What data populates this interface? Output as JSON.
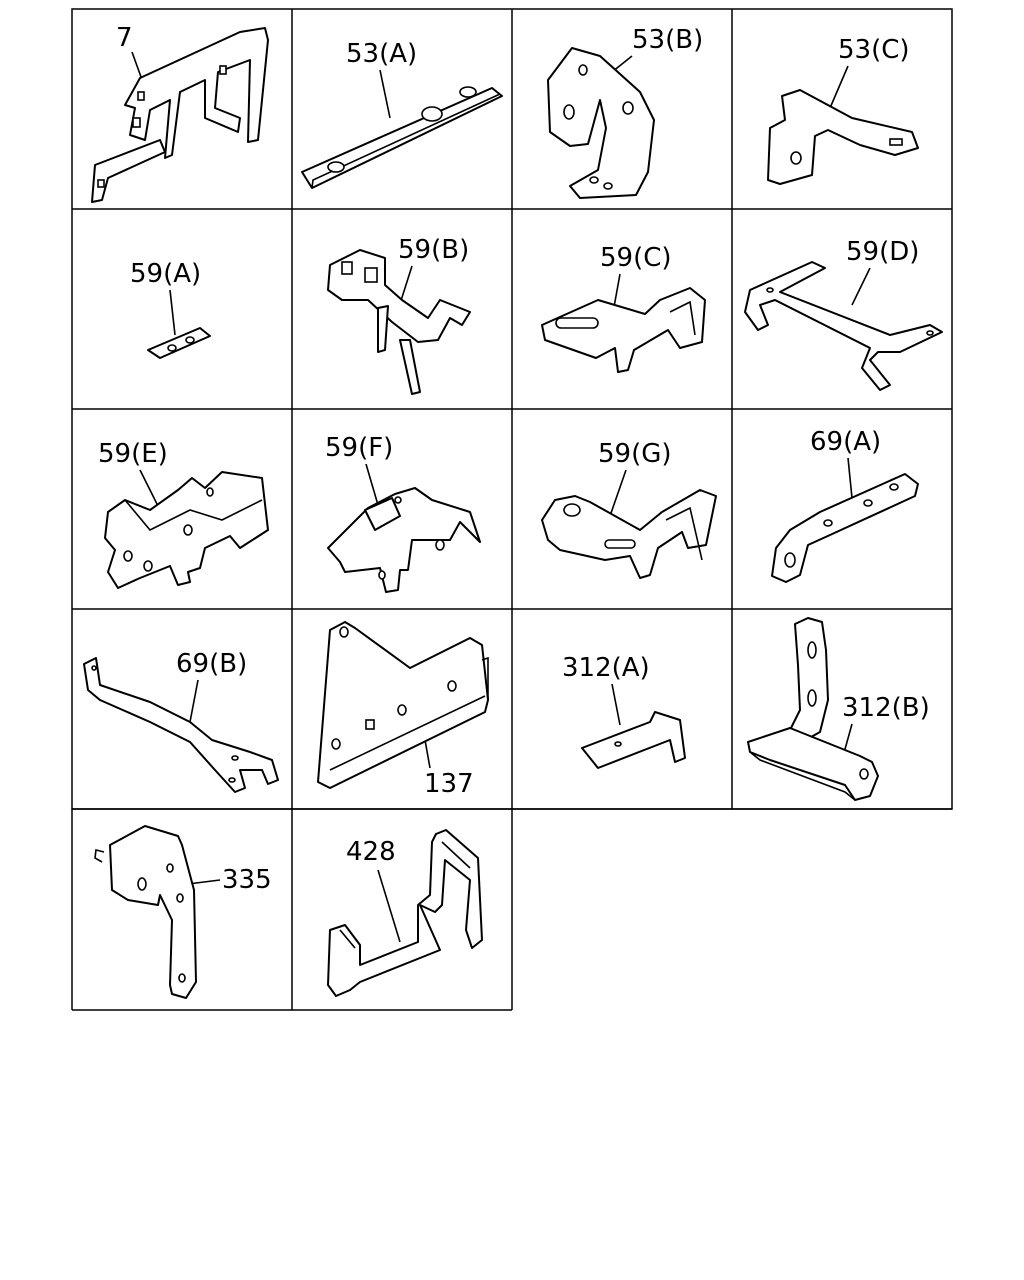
{
  "parts": [
    {
      "id": "p7",
      "label": "7"
    },
    {
      "id": "p53a",
      "label": "53(A)"
    },
    {
      "id": "p53b",
      "label": "53(B)"
    },
    {
      "id": "p53c",
      "label": "53(C)"
    },
    {
      "id": "p59a",
      "label": "59(A)"
    },
    {
      "id": "p59b",
      "label": "59(B)"
    },
    {
      "id": "p59c",
      "label": "59(C)"
    },
    {
      "id": "p59d",
      "label": "59(D)"
    },
    {
      "id": "p59e",
      "label": "59(E)"
    },
    {
      "id": "p59f",
      "label": "59(F)"
    },
    {
      "id": "p59g",
      "label": "59(G)"
    },
    {
      "id": "p69a",
      "label": "69(A)"
    },
    {
      "id": "p69b",
      "label": "69(B)"
    },
    {
      "id": "p137",
      "label": "137"
    },
    {
      "id": "p312a",
      "label": "312(A)"
    },
    {
      "id": "p312b",
      "label": "312(B)"
    },
    {
      "id": "p335",
      "label": "335"
    },
    {
      "id": "p428",
      "label": "428"
    }
  ]
}
